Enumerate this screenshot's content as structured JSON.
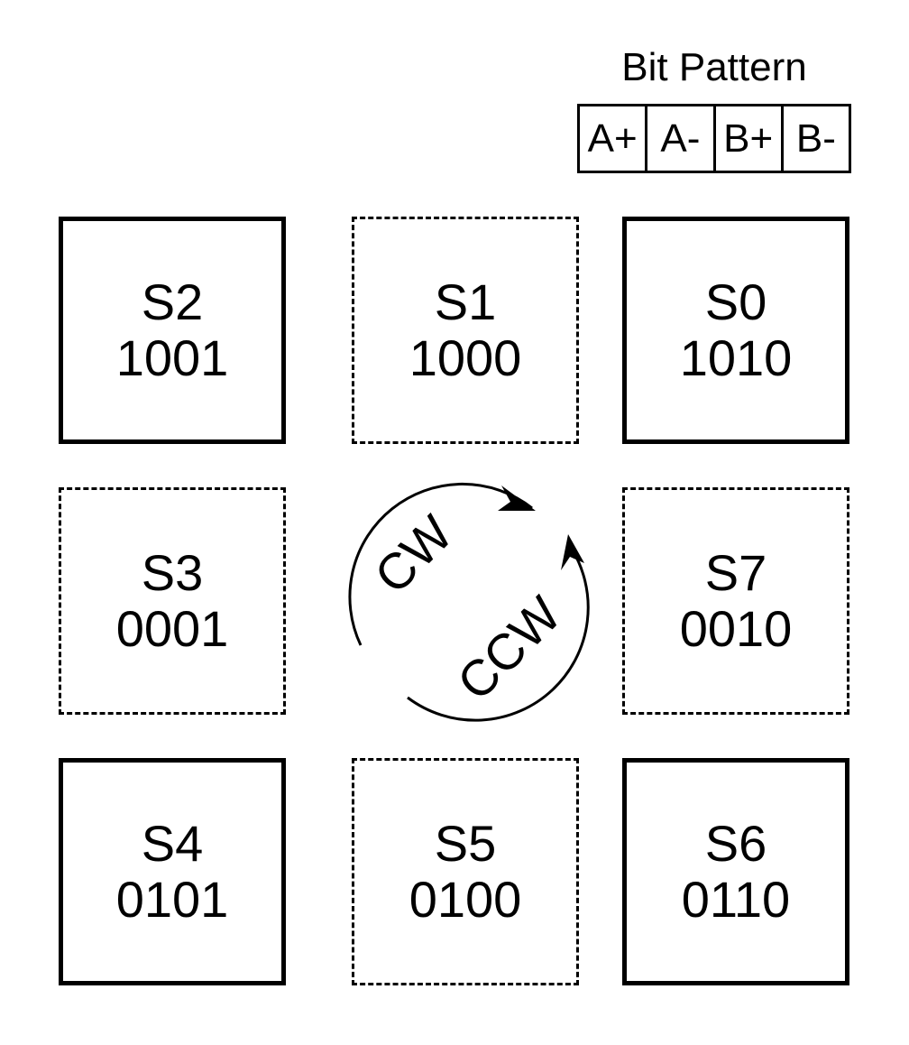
{
  "legend": {
    "title": "Bit Pattern",
    "columns": [
      "A+",
      "A-",
      "B+",
      "B-"
    ]
  },
  "states": [
    {
      "name": "S2",
      "bits": "1001",
      "style": "solid"
    },
    {
      "name": "S1",
      "bits": "1000",
      "style": "dashed"
    },
    {
      "name": "S0",
      "bits": "1010",
      "style": "solid"
    },
    {
      "name": "S3",
      "bits": "0001",
      "style": "dashed"
    },
    {
      "name": "S7",
      "bits": "0010",
      "style": "dashed"
    },
    {
      "name": "S4",
      "bits": "0101",
      "style": "solid"
    },
    {
      "name": "S5",
      "bits": "0100",
      "style": "dashed"
    },
    {
      "name": "S6",
      "bits": "0110",
      "style": "solid"
    }
  ],
  "rotation": {
    "cw_label": "CW",
    "ccw_label": "CCW"
  }
}
